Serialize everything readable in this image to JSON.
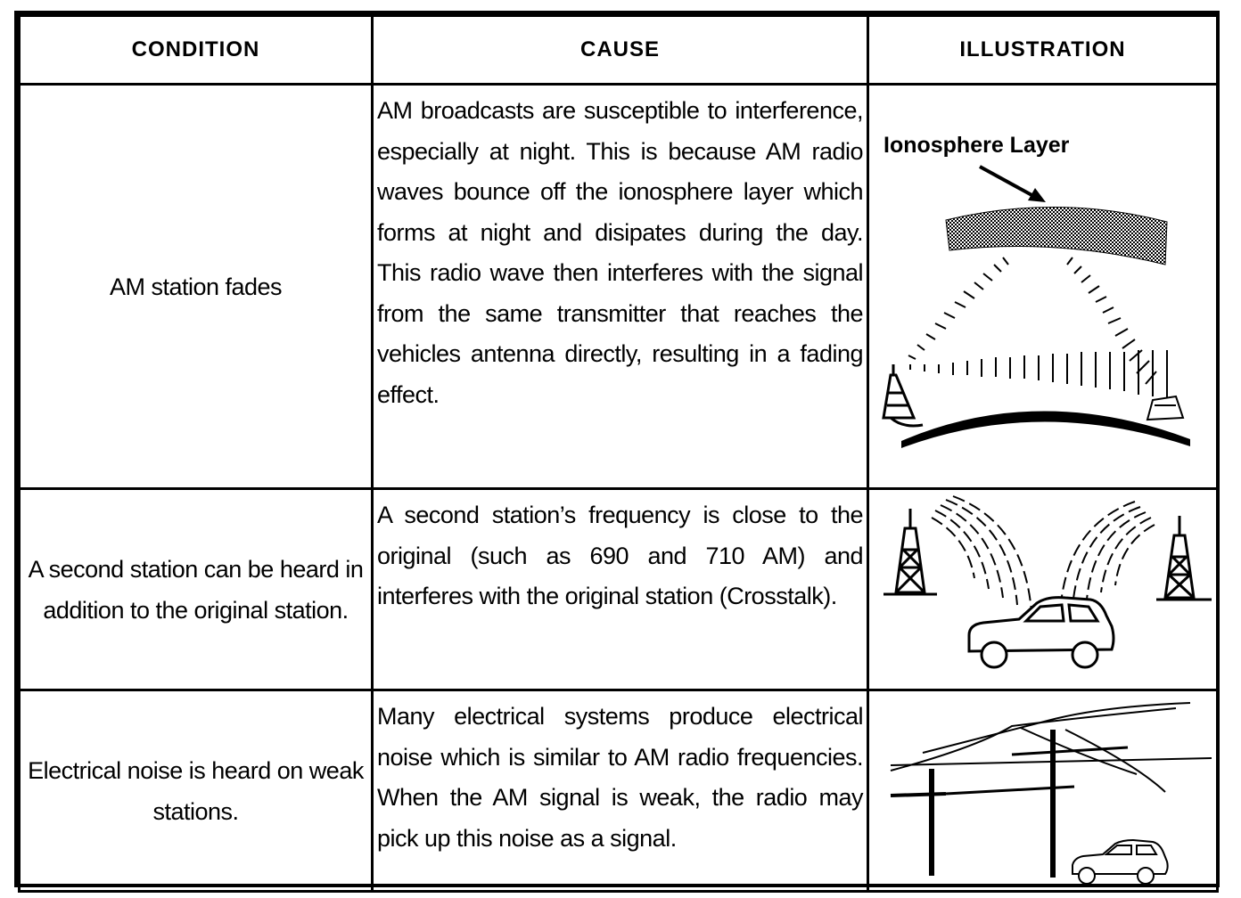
{
  "headers": {
    "condition": "CONDITION",
    "cause": "CAUSE",
    "illustration": "ILLUSTRATION"
  },
  "rows": [
    {
      "condition": "AM station fades",
      "cause": "AM broadcasts are susceptible to interference, especially at night.  This is because AM radio waves bounce off the ionosphere layer which forms at night and disipates during the day.  This radio wave then interferes with the signal from the same transmitter that reaches the vehicles antenna directly, resulting in a fading effect.",
      "illustration_label": "Ionosphere Layer"
    },
    {
      "condition": "A second station can be heard in addition to the original station.",
      "cause": "A second station’s frequency is close to the original (such as 690 and 710 AM) and interferes with the original station (Crosstalk)."
    },
    {
      "condition": "Electrical noise is heard on weak stations.",
      "cause": "Many electrical systems produce electrical noise which is similar to AM radio frequencies.  When the AM signal is weak, the radio may pick up this noise as a signal."
    }
  ]
}
